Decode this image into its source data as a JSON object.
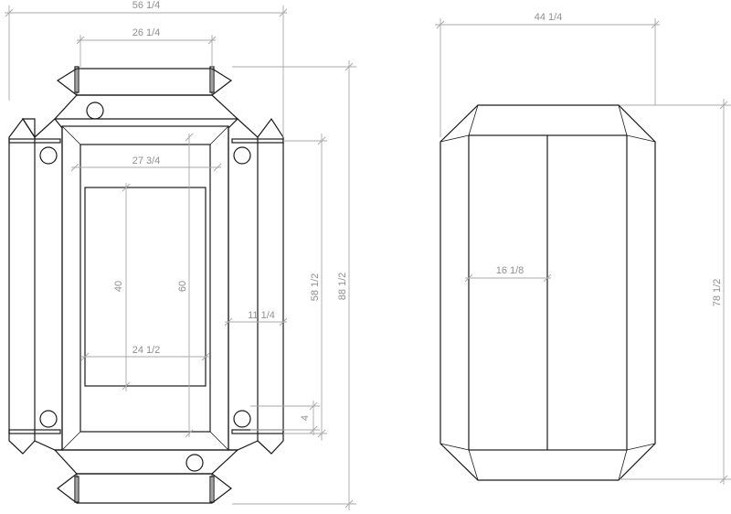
{
  "left_view": {
    "overall_width": "56 1/4",
    "top_flap_width": "26 1/4",
    "inner_width": "27 3/4",
    "window_width": "24 1/2",
    "window_height": "40",
    "inner_height": "60",
    "side_panel_width": "11 1/4",
    "body_height": "58 1/2",
    "overall_height": "88 1/2",
    "hole_offset": "4"
  },
  "right_view": {
    "overall_width": "44 1/4",
    "panel_width": "16 1/8",
    "overall_height": "78 1/2"
  }
}
